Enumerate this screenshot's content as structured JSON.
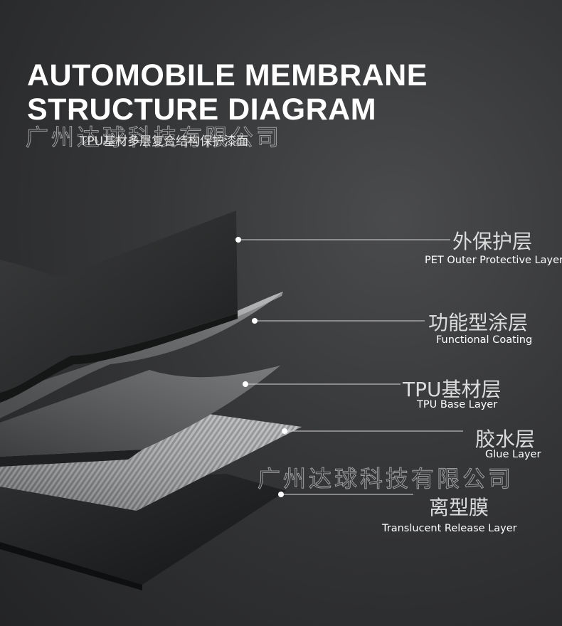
{
  "header": {
    "title_line1": "AUTOMOBILE MEMBRANE",
    "title_line2": "STRUCTURE DIAGRAM",
    "subtitle": "TPU基材多层复合结构保护漆面"
  },
  "watermark": {
    "text_top": "广州达球科技有限公司",
    "text_bottom": "广州达球科技有限公司"
  },
  "layers": [
    {
      "cn": "外保护层",
      "en": "PET Outer Protective Layer"
    },
    {
      "cn": "功能型涂层",
      "en": "Functional Coating"
    },
    {
      "cn": "TPU基材层",
      "en": "TPU Base Layer"
    },
    {
      "cn": "胶水层",
      "en": "Glue Layer"
    },
    {
      "cn": "离型膜",
      "en": "Translucent Release Layer"
    }
  ],
  "colors": {
    "background": "#353638",
    "leader_line": "#d8d8d8",
    "title": "#ffffff"
  }
}
